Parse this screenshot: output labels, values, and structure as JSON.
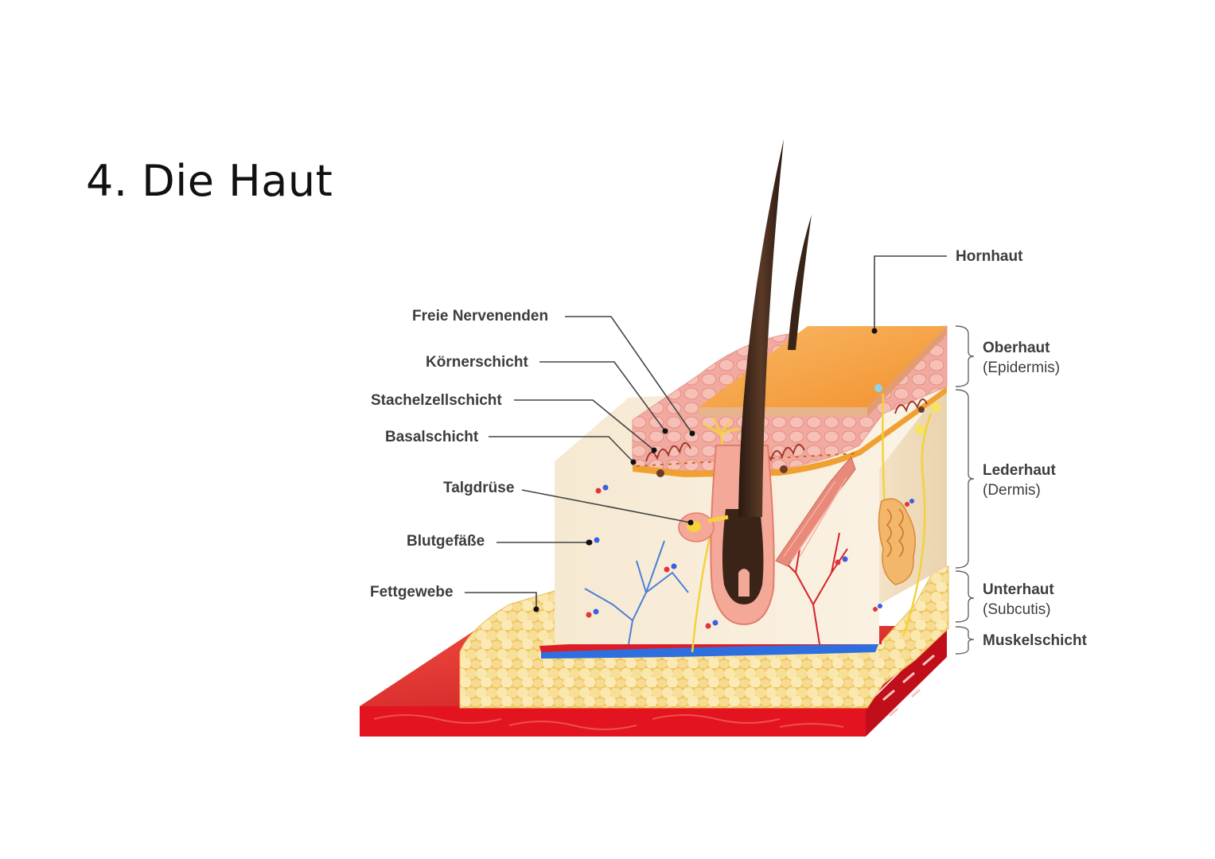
{
  "title": "4. Die Haut",
  "labels_left": {
    "freie_nervenenden": "Freie Nervenenden",
    "koernerschicht": "Körnerschicht",
    "stachelzellschicht": "Stachelzellschicht",
    "basalschicht": "Basalschicht",
    "talgdruese": "Talgdrüse",
    "blutgefaesse": "Blutgefäße",
    "fettgewebe": "Fettgewebe"
  },
  "labels_right": {
    "hornhaut": "Hornhaut",
    "oberhaut": "Oberhaut",
    "oberhaut_latin": "(Epidermis)",
    "lederhaut": "Lederhaut",
    "lederhaut_latin": "(Dermis)",
    "unterhaut": "Unterhaut",
    "unterhaut_latin": "(Subcutis)",
    "muskelschicht": "Muskelschicht"
  },
  "colors": {
    "epidermis_pink": "#f2a79d",
    "hornhaut_orange": "#f7a24a",
    "dermis_cream": "#f7ebd6",
    "fat_yellow": "#f6d77d",
    "muscle_red": "#e0202a",
    "hair_brown": "#3a2418",
    "vein_blue": "#3a6fd0",
    "artery_red": "#d8202a",
    "nerve_yellow": "#f3d23a"
  }
}
